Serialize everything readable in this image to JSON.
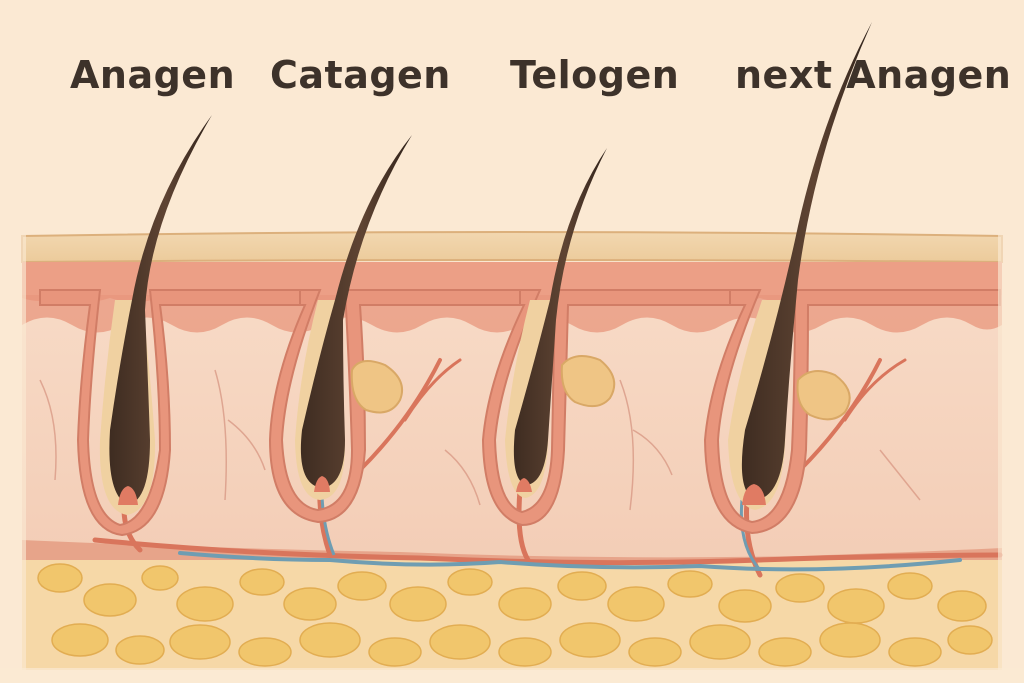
{
  "labels": {
    "stage1": "Anagen",
    "stage2": "Catagen",
    "stage3": "Telogen",
    "stage4": "next Anagen"
  },
  "colors": {
    "background": "#fbe9d3",
    "epidermis": "#f2d4a8",
    "dermis": "#f6d3bf",
    "papillary_layer": "#ec9f86",
    "hair": "#5a4030",
    "fat": "#f1c66c",
    "vein": "#6f9db2",
    "artery": "#e0826a",
    "gland": "#efc585"
  }
}
